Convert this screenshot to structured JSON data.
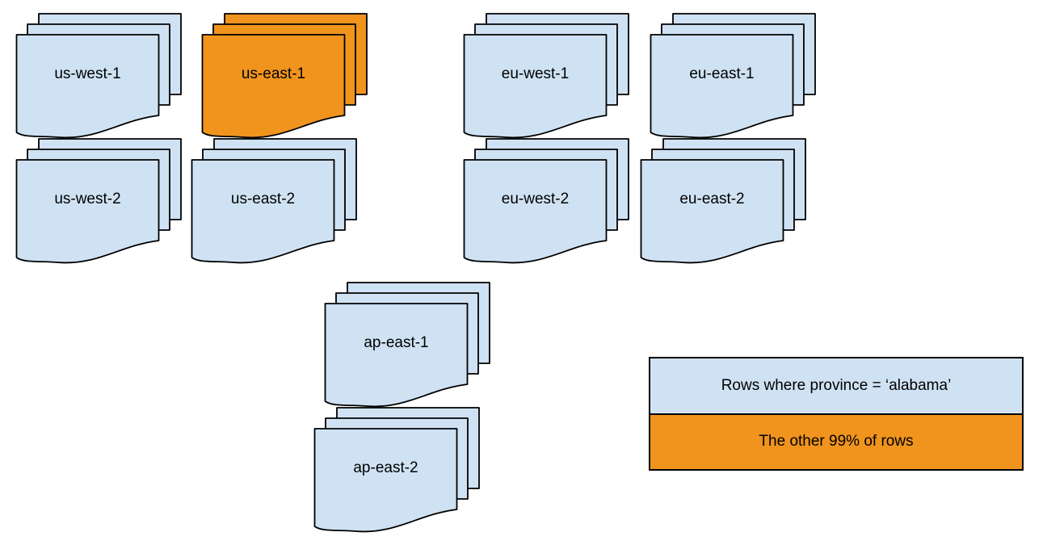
{
  "diagram": {
    "description": "Document stacks representing database regions; one region highlighted",
    "stacks": [
      {
        "id": "us-west-1",
        "label": "us-west-1",
        "variant": "default"
      },
      {
        "id": "us-east-1",
        "label": "us-east-1",
        "variant": "highlight"
      },
      {
        "id": "eu-west-1",
        "label": "eu-west-1",
        "variant": "default"
      },
      {
        "id": "eu-east-1",
        "label": "eu-east-1",
        "variant": "default"
      },
      {
        "id": "us-west-2",
        "label": "us-west-2",
        "variant": "default"
      },
      {
        "id": "us-east-2",
        "label": "us-east-2",
        "variant": "default"
      },
      {
        "id": "eu-west-2",
        "label": "eu-west-2",
        "variant": "default"
      },
      {
        "id": "eu-east-2",
        "label": "eu-east-2",
        "variant": "default"
      },
      {
        "id": "ap-east-1",
        "label": "ap-east-1",
        "variant": "default"
      },
      {
        "id": "ap-east-2",
        "label": "ap-east-2",
        "variant": "default"
      }
    ],
    "legend": {
      "items": [
        {
          "label": "Rows where province = ‘alabama’",
          "variant": "default"
        },
        {
          "label": "The other 99% of rows",
          "variant": "highlight"
        }
      ]
    },
    "colors": {
      "region_fill": "#cfe2f3",
      "highlight_fill": "#f0941e",
      "stroke": "#000000",
      "canvas_background": "#ffffff"
    }
  }
}
